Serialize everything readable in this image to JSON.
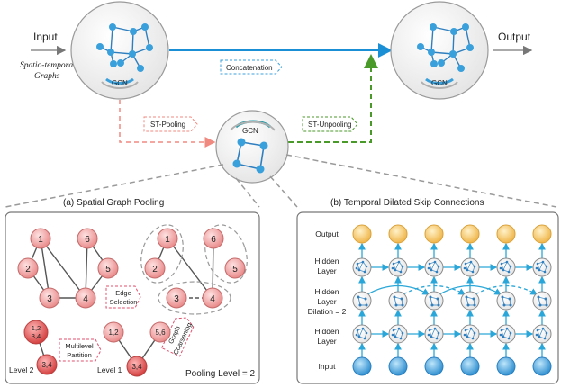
{
  "top": {
    "input_label": "Input",
    "input_caption_1": "Spatio-temporal",
    "input_caption_2": "Graphs",
    "output_label": "Output",
    "gcn_left": "GCN",
    "gcn_right": "GCN",
    "gcn_middle": "GCN",
    "concatenation": "Concatenation",
    "st_pooling": "ST-Pooling",
    "st_unpooling": "ST-Unpooling"
  },
  "panel_a": {
    "title": "(a) Spatial Graph Pooling",
    "nodes_1": [
      "1",
      "2",
      "3",
      "4",
      "5",
      "6"
    ],
    "nodes_2": [
      "1",
      "2",
      "3",
      "4",
      "5",
      "6"
    ],
    "edge_selection_1": "Edge",
    "edge_selection_2": "Selection",
    "graph_coarsening_1": "Graph",
    "graph_coarsening_2": "Coarsening",
    "multilevel_1": "Multilevel",
    "multilevel_2": "Partition",
    "level1_nodes": [
      "1,2",
      "5,6",
      "3,4"
    ],
    "level2_top_1": "1,2",
    "level2_top_2": "3,4",
    "level2_bottom": "3,4",
    "level1_label": "Level 1",
    "level2_label": "Level 2",
    "pooling_level": "Pooling Level = 2"
  },
  "panel_b": {
    "title": "(b) Temporal Dilated Skip Connections",
    "row_output": "Output",
    "row_hidden1_a": "Hidden",
    "row_hidden1_b": "Layer",
    "row_dil_a": "Hidden",
    "row_dil_b": "Layer",
    "row_dil_c": "Dilation = 2",
    "row_hidden2_a": "Hidden",
    "row_hidden2_b": "Layer",
    "row_input": "Input",
    "columns": 6
  },
  "colors": {
    "blue_arrow": "#1a8fd6",
    "node_blue": "#3aa0dc",
    "pink_node": "#f3a6a6",
    "red_node": "#e05a5a",
    "orange_node": "#f5c96a",
    "pooling_dash": "#f08a80",
    "unpool_dash": "#4a9a2a",
    "gray_dash": "#9a9a9a"
  }
}
